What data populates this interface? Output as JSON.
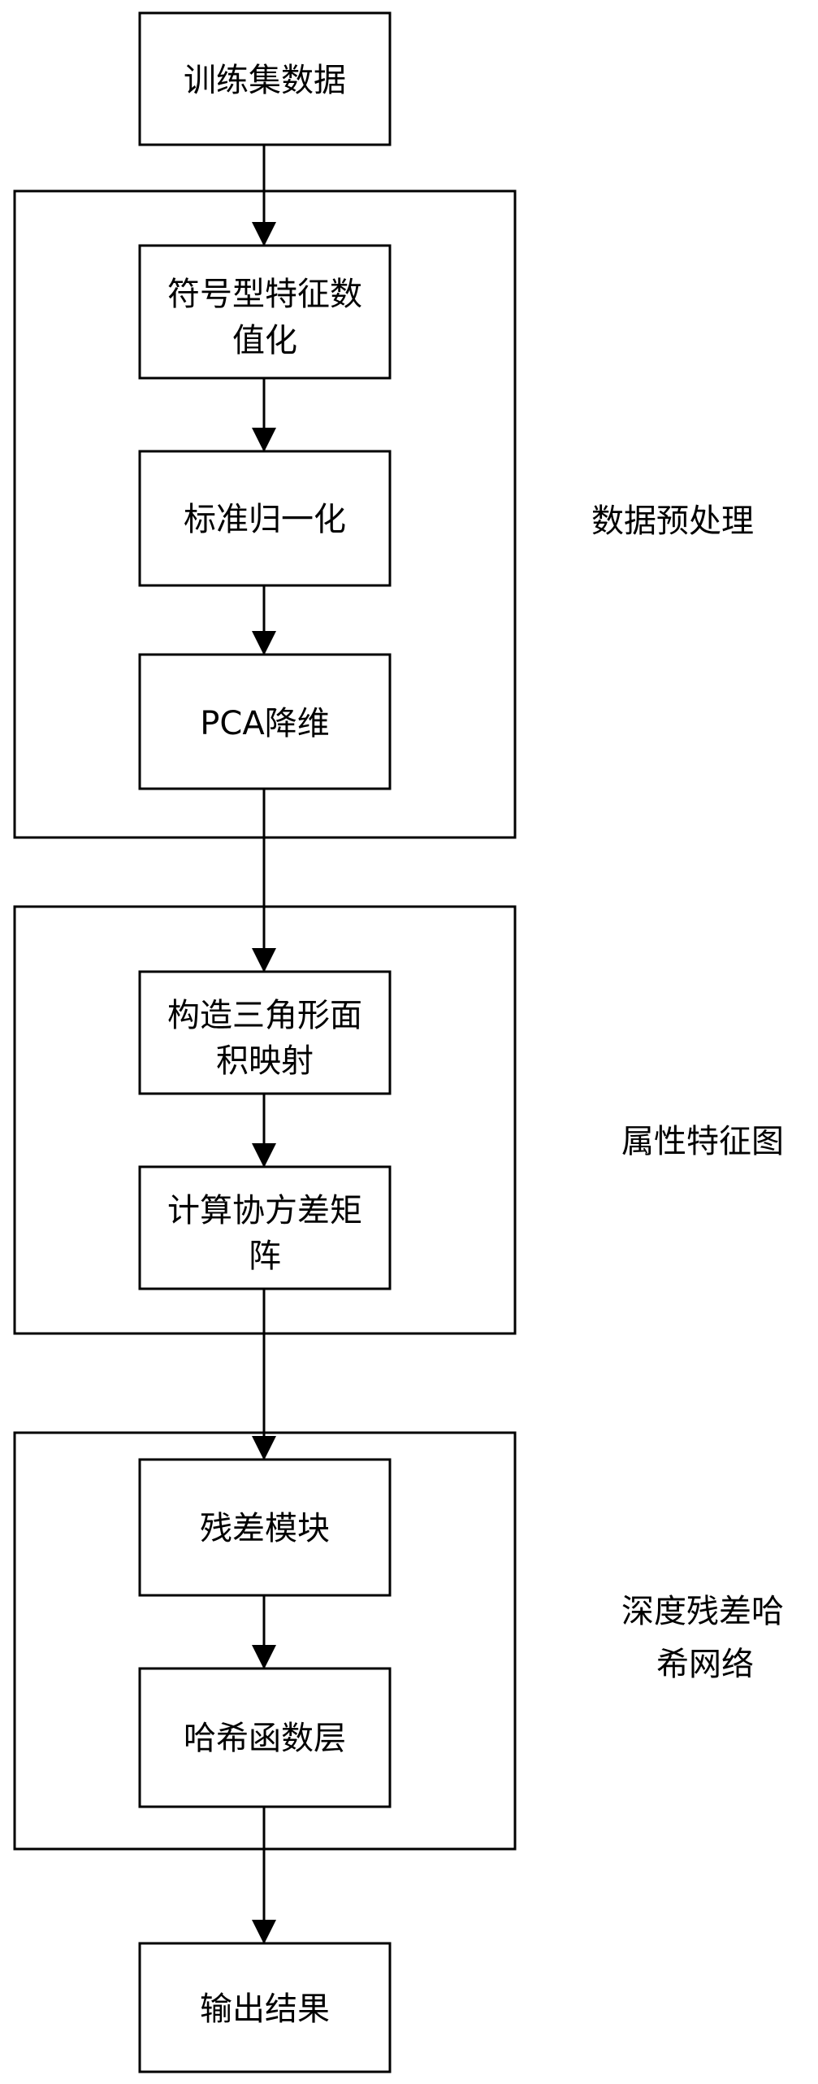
{
  "flow": {
    "start": "训练集数据",
    "preprocess": {
      "label": "数据预处理",
      "step1_line1": "符号型特征数",
      "step1_line2": "值化",
      "step2": "标准归一化",
      "step3": "PCA降维"
    },
    "attribute": {
      "label": "属性特征图",
      "step1_line1": "构造三角形面",
      "step1_line2": "积映射",
      "step2_line1": "计算协方差矩",
      "step2_line2": "阵"
    },
    "network": {
      "label_line1": "深度残差哈",
      "label_line2": "希网络",
      "step1": "残差模块",
      "step2": "哈希函数层"
    },
    "end": "输出结果"
  },
  "colors": {
    "line": "#000000",
    "background": "#ffffff"
  }
}
